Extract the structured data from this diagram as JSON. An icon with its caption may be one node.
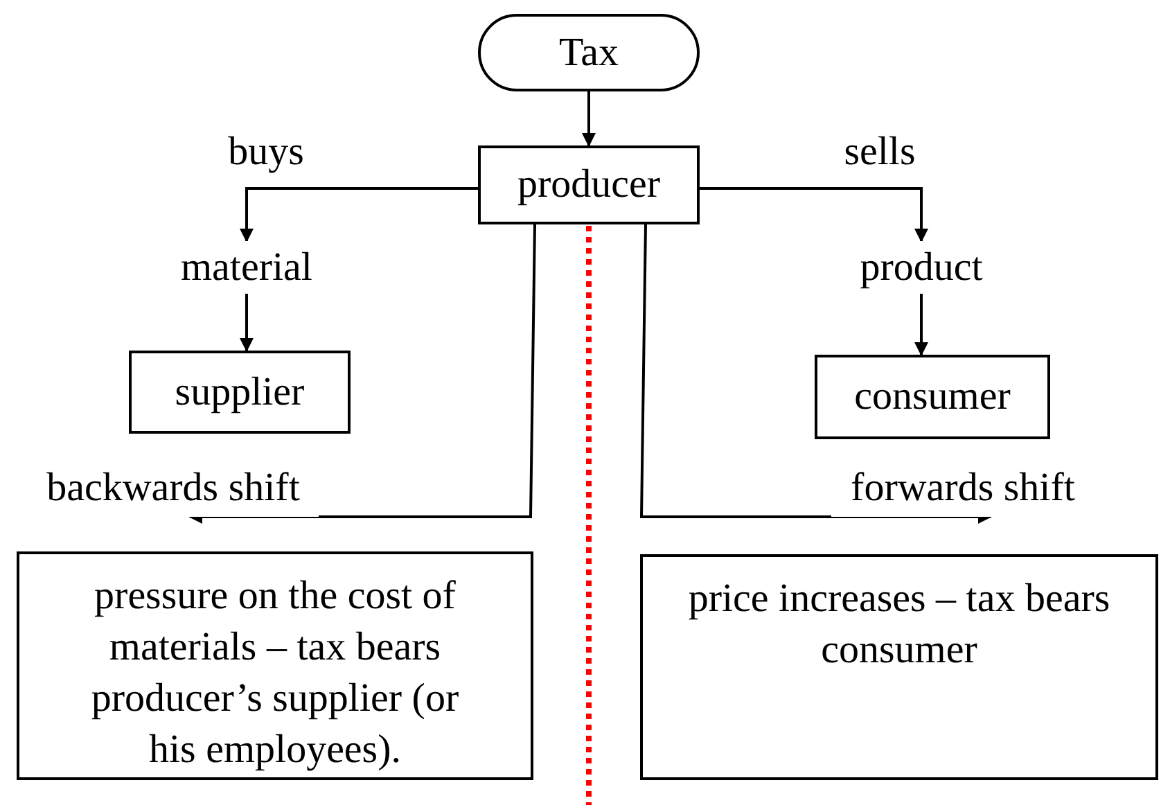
{
  "diagram": {
    "nodes": [
      {
        "text": [
          "Tax"
        ]
      },
      {
        "text": [
          "producer"
        ]
      },
      {
        "text": [
          "material"
        ]
      },
      {
        "text": [
          "supplier"
        ]
      },
      {
        "text": [
          "product"
        ]
      },
      {
        "text": [
          "consumer"
        ]
      },
      {
        "text": [
          "backwards shift"
        ]
      },
      {
        "text": [
          "forwards shift"
        ]
      },
      {
        "text": [
          "pressure on the cost of materials – tax bears producer’s supplier (or his employees)."
        ]
      },
      {
        "text": [
          "price increases – tax bears consumer"
        ]
      }
    ],
    "edges": [
      {
        "from": 0,
        "to": 1,
        "arrow": "to"
      },
      {
        "from": 1,
        "to": 2,
        "arrow": "to",
        "label": "buys"
      },
      {
        "from": 2,
        "to": 3,
        "arrow": "to"
      },
      {
        "from": 1,
        "to": 4,
        "arrow": "to",
        "label": "sells"
      },
      {
        "from": 4,
        "to": 5,
        "arrow": "to"
      },
      {
        "from": 1,
        "to": 6,
        "arrow": "to"
      },
      {
        "from": 1,
        "to": 7,
        "arrow": "to"
      }
    ]
  }
}
